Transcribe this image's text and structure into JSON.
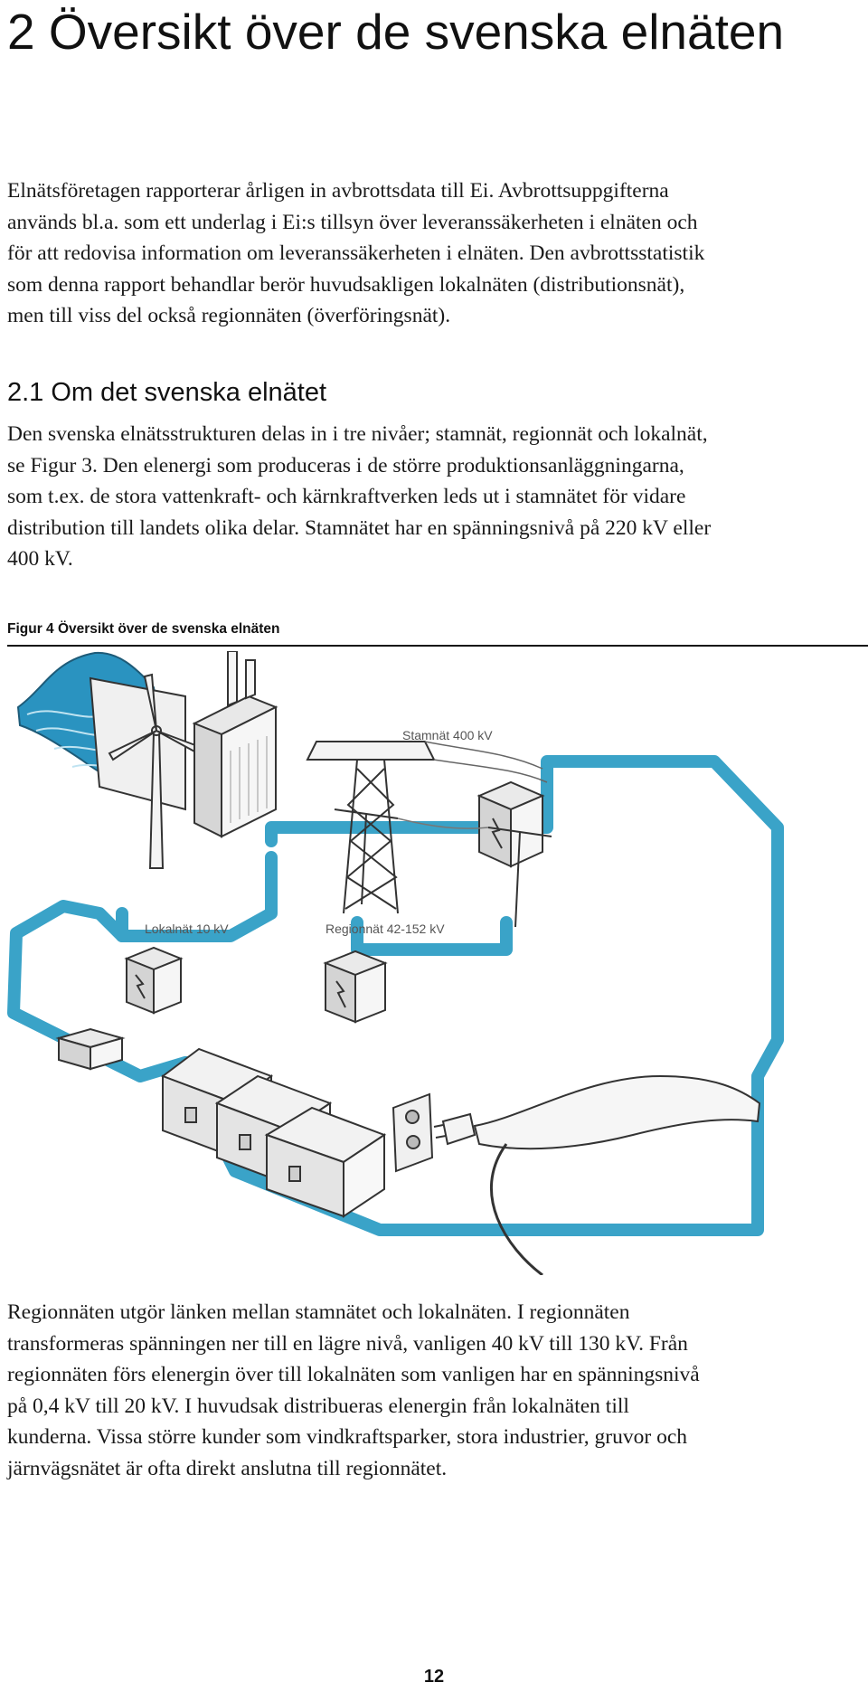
{
  "heading": "2 Översikt över de svenska elnäten",
  "intro_lines": [
    "Elnätsföretagen rapporterar årligen in avbrottsdata till Ei. Avbrottsuppgifterna",
    "används bl.a. som ett underlag i Ei:s tillsyn över leveranssäkerheten i elnäten och",
    "för att redovisa information om leveranssäkerheten i elnäten. Den avbrottsstatistik",
    "som denna rapport behandlar berör huvudsakligen lokalnäten (distributionsnät),",
    "men till viss del också regionnäten (överföringsnät)."
  ],
  "section": {
    "title": "2.1 Om det svenska elnätet",
    "para1_lines": [
      "Den svenska elnätsstrukturen delas in i tre nivåer; stamnät, regionnät och lokalnät,",
      "se Figur 3. Den elenergi som produceras i de större produktionsanläggningarna,",
      "som t.ex. de stora vattenkraft- och kärnkraftverken leds ut i stamnätet för vidare",
      "distribution till landets olika delar. Stamnätet har en spänningsnivå på 220 kV eller",
      "400 kV."
    ]
  },
  "figure": {
    "caption": "Figur 4 Översikt över de svenska elnäten",
    "labels": {
      "stamnat": "Stamnät 400 kV",
      "lokalnat": "Lokalnät 10 kV",
      "regionnat": "Regionnät 42-152 kV"
    },
    "colors": {
      "network_line": "#3aa3c8",
      "water": "#2a93c0",
      "outline": "#333333"
    }
  },
  "para2_lines": [
    "Regionnäten utgör länken mellan stamnätet och lokalnäten. I regionnäten",
    "transformeras spänningen ner till en lägre nivå, vanligen 40 kV till 130 kV. Från",
    "regionnäten förs elenergin över till lokalnäten som vanligen har en spänningsnivå",
    "på 0,4 kV till 20 kV. I huvudsak distribueras elenergin från lokalnäten till",
    "kunderna. Vissa större kunder som vindkraftsparker, stora industrier, gruvor och",
    "järnvägsnätet är ofta direkt anslutna till regionnätet."
  ],
  "page_number": "12"
}
